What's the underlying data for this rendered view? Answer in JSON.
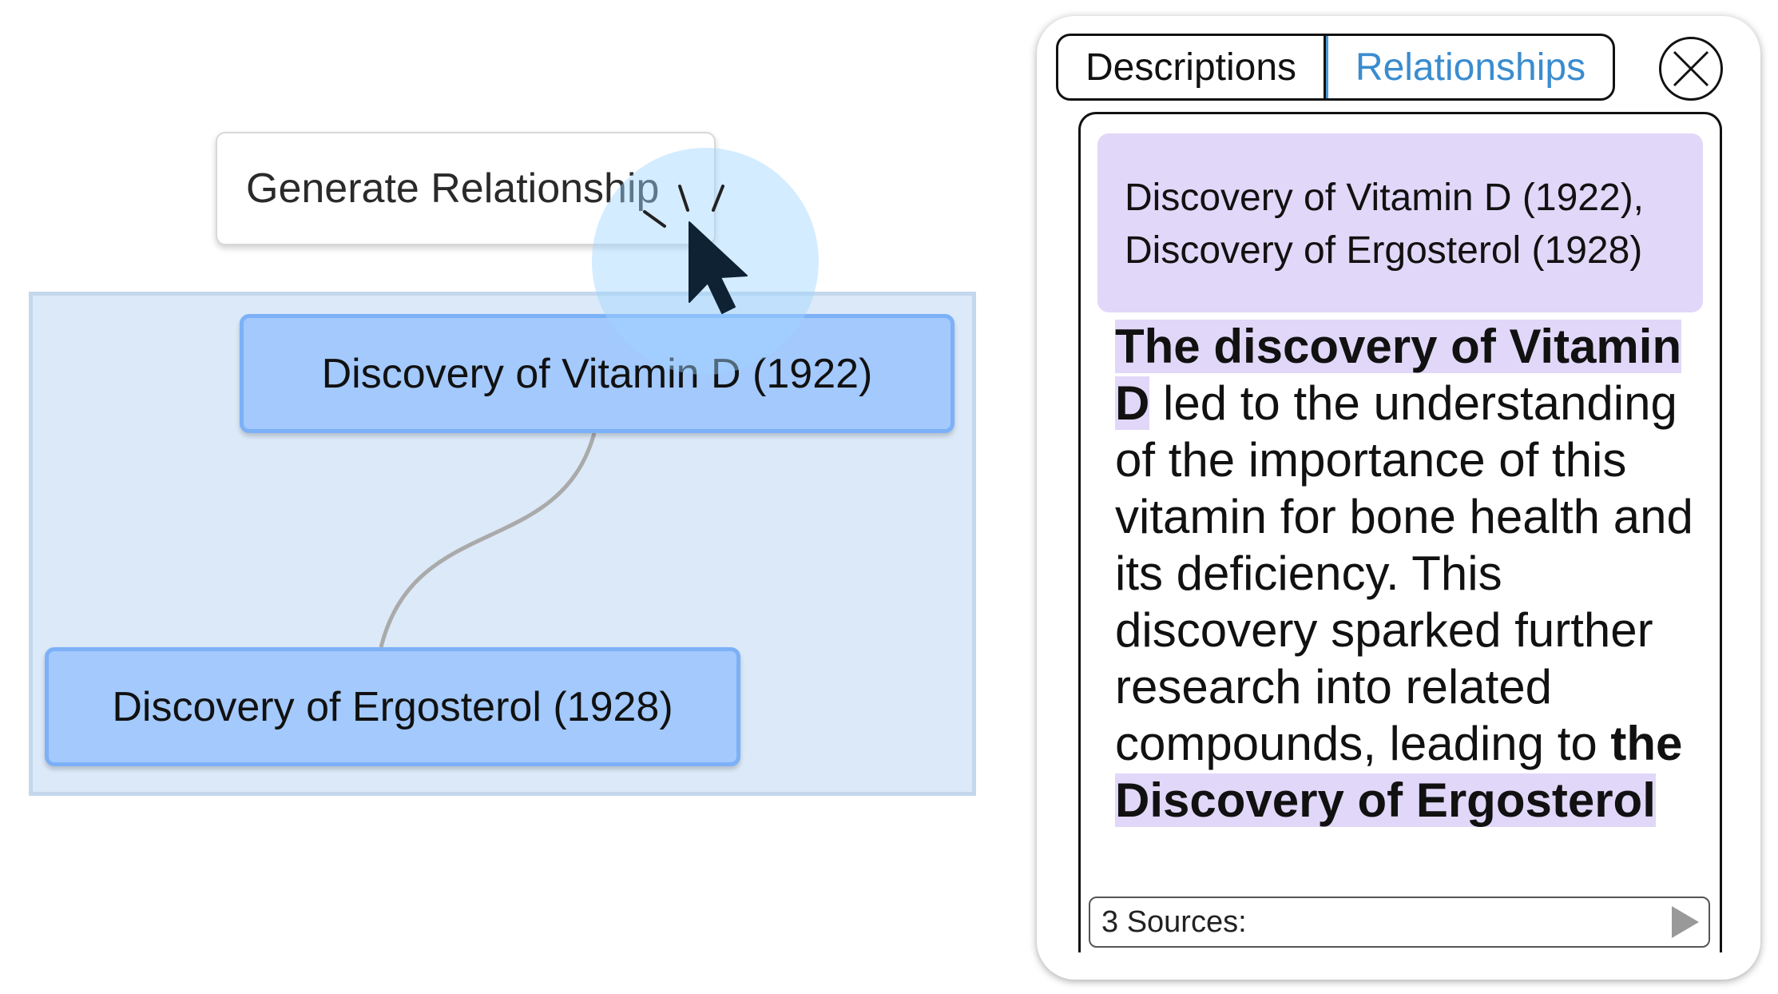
{
  "canvas": {
    "generate_button_label": "Generate Relationship",
    "nodes": [
      {
        "label": "Discovery of Vitamin D (1922)"
      },
      {
        "label": "Discovery of Ergosterol (1928)"
      }
    ]
  },
  "panel": {
    "tabs": [
      {
        "label": "Descriptions",
        "active": false
      },
      {
        "label": "Relationships",
        "active": true
      }
    ],
    "header_lines": [
      "Discovery of Vitamin D (1922),",
      "Discovery of Ergosterol (1928)"
    ],
    "description": {
      "highlight_start": "The discovery of Vitamin D",
      "middle": " led to the understanding of the importance of this vitamin for bone health and its deficiency. This discovery sparked further research into related compounds, leading to ",
      "bold_plain": "the ",
      "highlight_end": "Discovery of Ergosterol"
    },
    "sources_label": "3 Sources:"
  },
  "colors": {
    "node_fill": "#a3c9fd",
    "group_fill": "#dbe9f8",
    "highlight": "#e1d7f8",
    "active_tab": "#3a8ccf"
  },
  "icons": [
    "mouse-pointer-icon",
    "close-icon",
    "play-icon"
  ]
}
